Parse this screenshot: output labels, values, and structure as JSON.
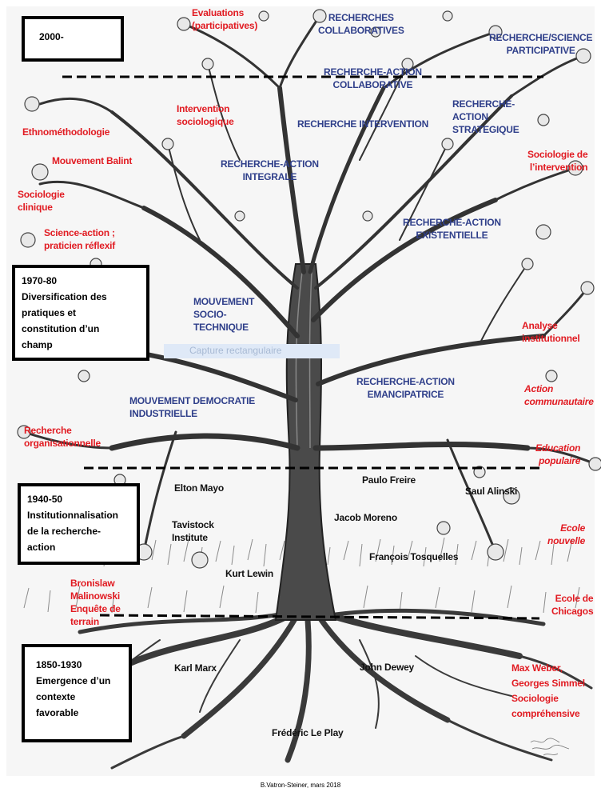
{
  "eras": [
    {
      "id": "2000",
      "text": "2000-"
    },
    {
      "id": "1970",
      "text": "1970-80\nDiversification des\npratiques et\nconstitution d’un\nchamp"
    },
    {
      "id": "1940",
      "text": "1940-50\nInstitutionnalisation\nde la recherche-\naction"
    },
    {
      "id": "1850",
      "text": "1850-1930\nEmergence d’un\ncontexte\nfavorable"
    }
  ],
  "blue_labels": {
    "recherches_collaboratives": "RECHERCHES\nCOLLABORATIVES",
    "recherche_science_participative": "RECHERCHE/SCIENCE\nPARTICIPATIVE",
    "ra_collaborative": "RECHERCHE-ACTION\nCOLLABORATIVE",
    "recherche_intervention": "RECHERCHE INTERVENTION",
    "ra_strategique": "RECHERCHE-\nACTION\nSTRATEGIQUE",
    "ra_integrale": "RECHERCHE-ACTION\nINTEGRALE",
    "ra_existentielle": "RECHERCHE-ACTION\nEXISTENTIELLE",
    "mouvement_socio_technique": "MOUVEMENT\nSOCIO-\nTECHNIQUE",
    "ra_emancipatrice": "RECHERCHE-ACTION\nEMANCIPATRICE",
    "mouvement_democratie": "MOUVEMENT DEMOCRATIE\nINDUSTRIELLE"
  },
  "red_labels": {
    "evaluations": "Evaluations\n(participatives)",
    "intervention_sociologique": "Intervention\nsociologique",
    "ethnomethodologie": "Ethnométhodologie",
    "mouvement_balint": "Mouvement Balint",
    "sociologie_clinique": "Sociologie\nclinique",
    "science_action": "Science-action ;\npraticien réflexif",
    "sociologie_intervention": "Sociologie de\nl’intervention",
    "analyse_institutionnelle": "Analyse\ninstitutionnel",
    "action_communautaire": "Action\ncommunautaire",
    "recherche_organisationnelle": "Recherche\norganisationnelle",
    "education_populaire": "Education\npopulaire",
    "ecole_nouvelle": "Ecole\nnouvelle",
    "malinowski": "Bronislaw\nMalinowski\nEnquête de\nterrain",
    "ecole_chicagos": "Ecole de\nChicagos",
    "weber_simmel": "Max Weber,\nGeorges Simmel\nSociologie\ncompréhensive"
  },
  "black_labels": {
    "elton_mayo": "Elton Mayo",
    "paulo_freire": "Paulo Freire",
    "saul_alinski": "Saul Alinski",
    "tavistock": "Tavistock\nInstitute",
    "jacob_moreno": "Jacob Moreno",
    "francois_tosquelles": "François Tosquelles",
    "kurt_lewin": "Kurt Lewin",
    "karl_marx": "Karl Marx",
    "john_dewey": "John Dewey",
    "frederic_le_play": "Frédéric Le Play"
  },
  "overlay": {
    "capture_text": "Capture rectangulaire"
  },
  "credit": "B.Vatron-Steiner, mars 2018",
  "colors": {
    "blue": "#2f3f8a",
    "red": "#e11b22",
    "black": "#111111",
    "capture_bg": "#dfe9f7",
    "capture_text": "#a8bad4"
  }
}
